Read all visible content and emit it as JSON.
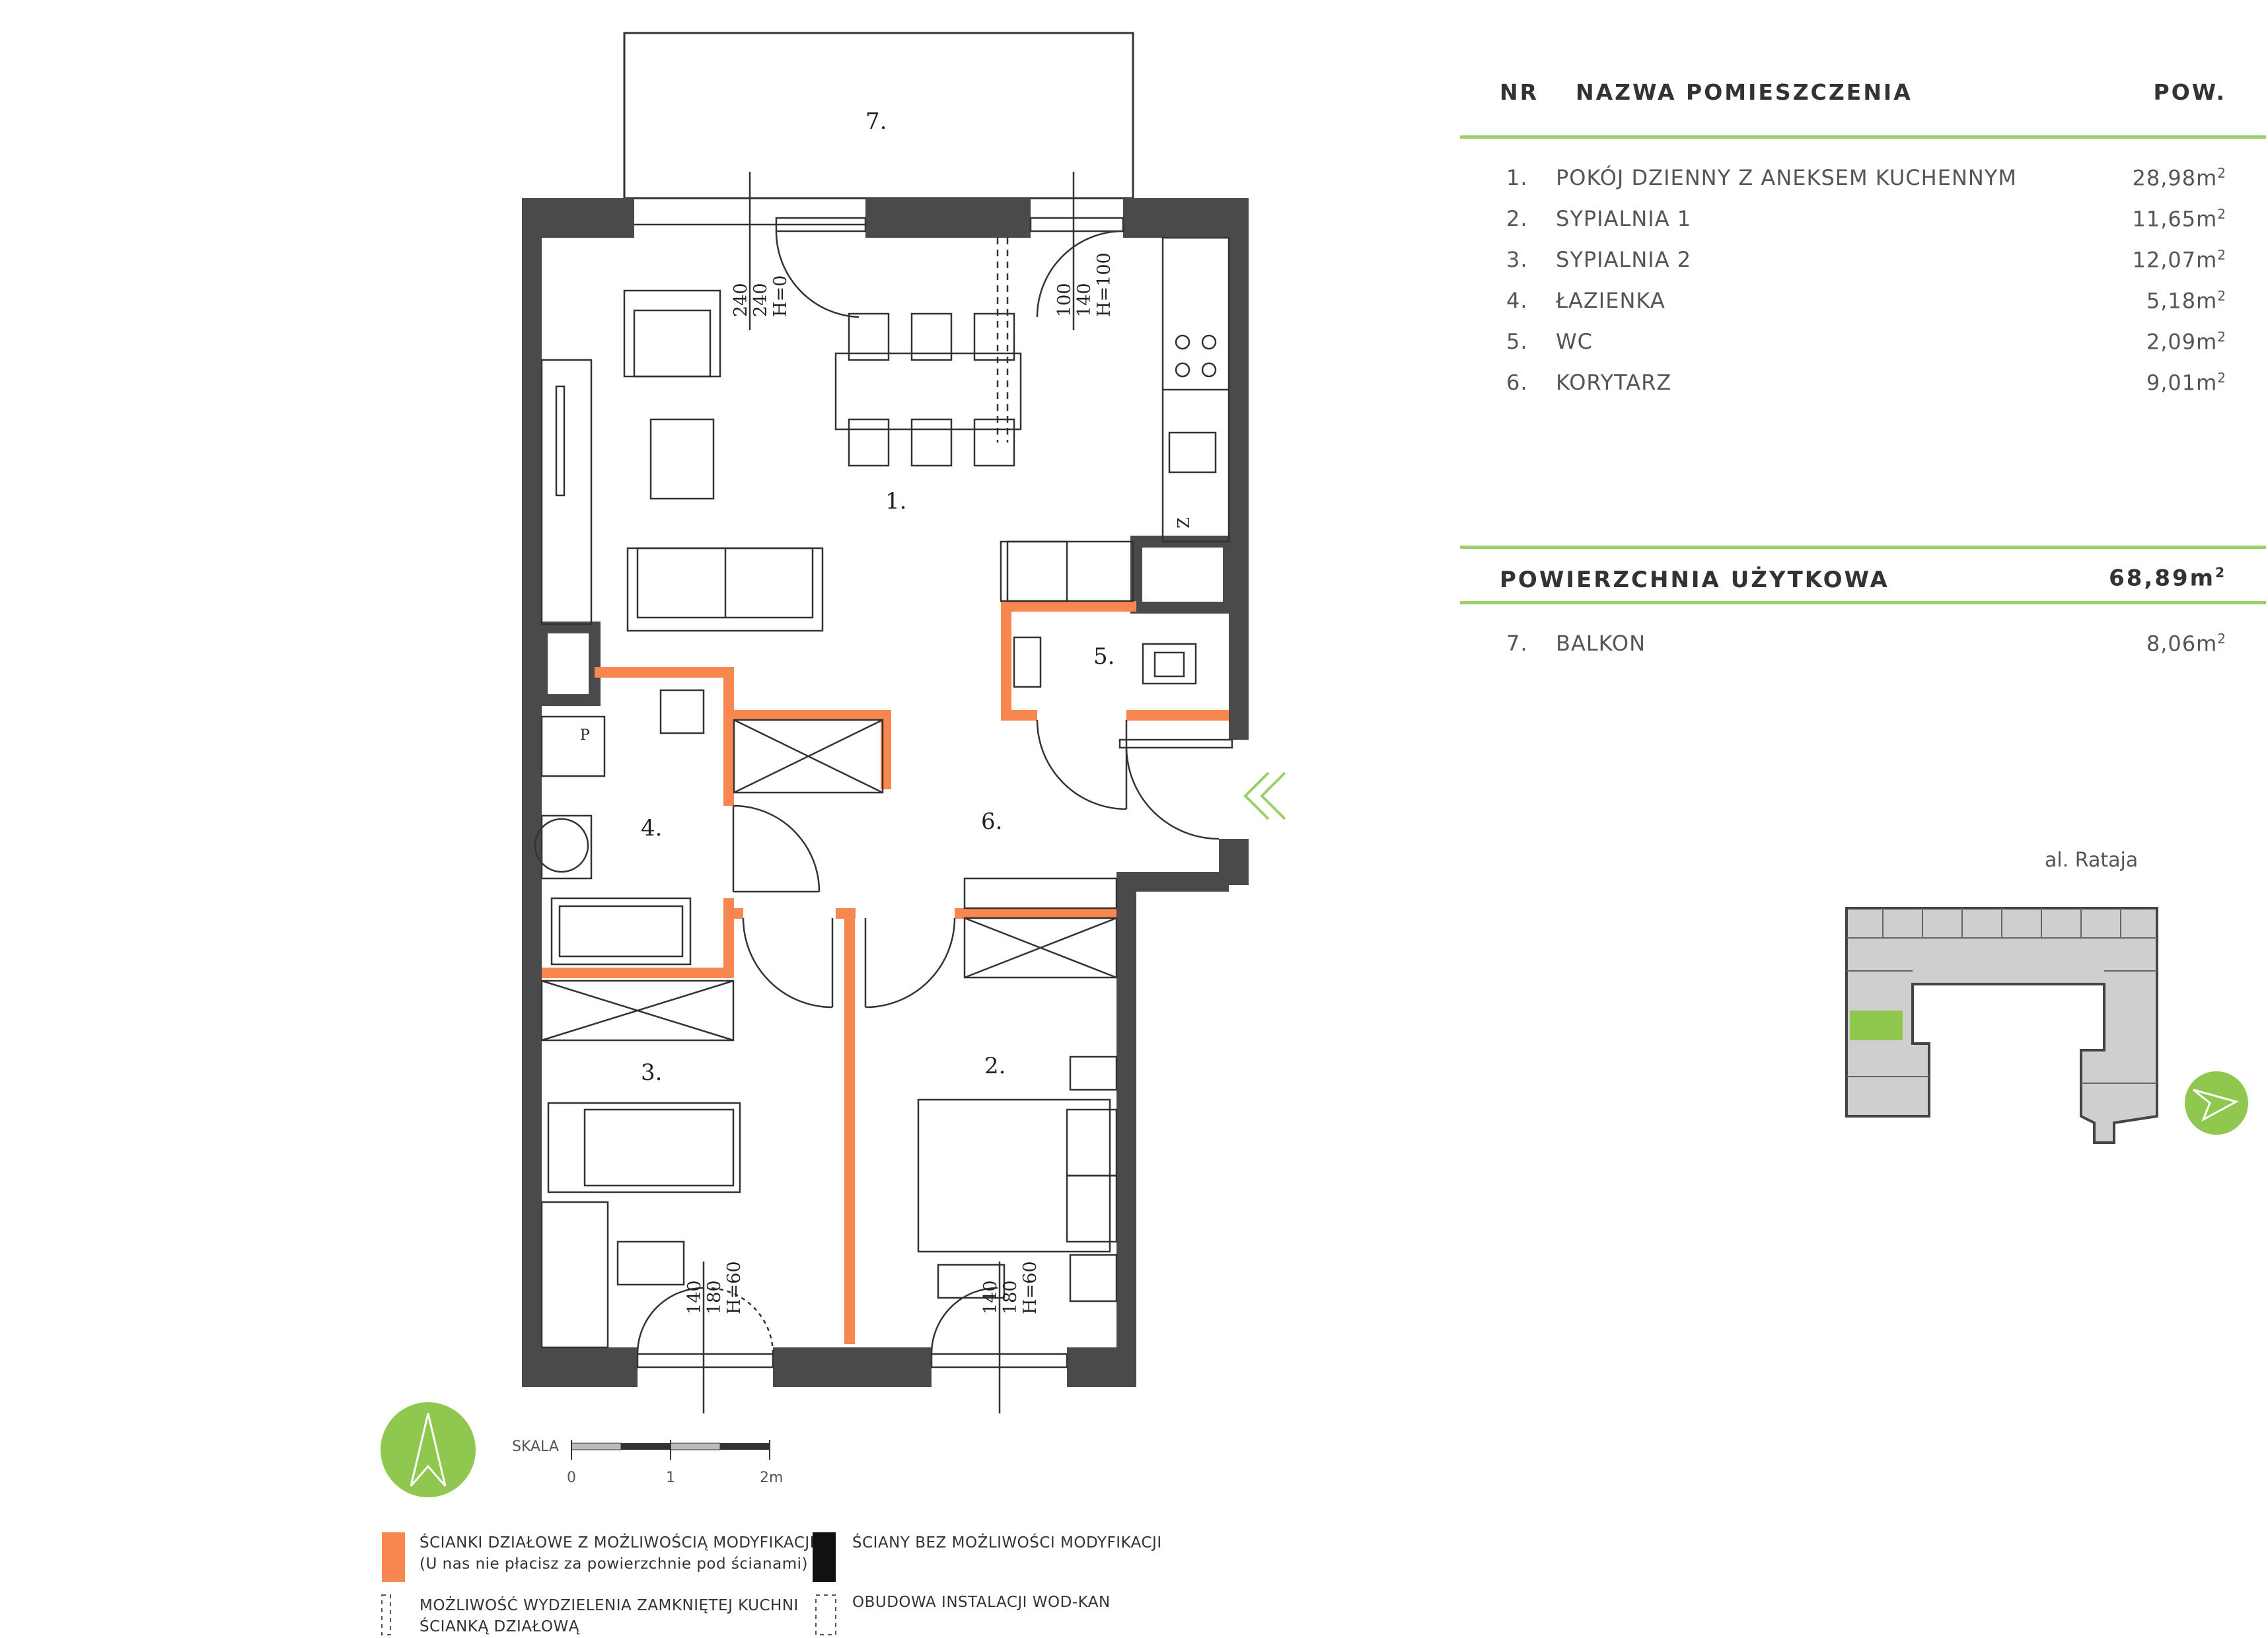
{
  "table": {
    "header": {
      "nr": "NR",
      "name": "NAZWA POMIESZCZENIA",
      "area": "POW."
    },
    "rooms": [
      {
        "nr": "1.",
        "name": "POKÓJ DZIENNY Z ANEKSEM KUCHENNYM",
        "area": "28,98m",
        "unit_sup": "2"
      },
      {
        "nr": "2.",
        "name": "SYPIALNIA 1",
        "area": "11,65m",
        "unit_sup": "2"
      },
      {
        "nr": "3.",
        "name": "SYPIALNIA 2",
        "area": "12,07m",
        "unit_sup": "2"
      },
      {
        "nr": "4.",
        "name": "ŁAZIENKA",
        "area": "5,18m",
        "unit_sup": "2"
      },
      {
        "nr": "5.",
        "name": "WC",
        "area": "2,09m",
        "unit_sup": "2"
      },
      {
        "nr": "6.",
        "name": "KORYTARZ",
        "area": "9,01m",
        "unit_sup": "2"
      }
    ],
    "total_label": "POWIERZCHNIA UŻYTKOWA",
    "total_value": "68,89m",
    "total_sup": "2",
    "extra": {
      "nr": "7.",
      "name": "BALKON",
      "area": "8,06m",
      "unit_sup": "2"
    }
  },
  "plan": {
    "room_labels": [
      "1.",
      "2.",
      "3.",
      "4.",
      "5.",
      "6.",
      "7."
    ],
    "window_dims": [
      {
        "a": "240",
        "b": "240",
        "c": "H=0"
      },
      {
        "a": "100",
        "b": "140",
        "c": "H=100"
      },
      {
        "a": "140",
        "b": "180",
        "c": "H=60"
      },
      {
        "a": "140",
        "b": "180",
        "c": "H=60"
      }
    ],
    "fixture_letters": {
      "fridge": "Z",
      "boiler": "P"
    }
  },
  "street": "al. Rataja",
  "scale": {
    "label": "SKALA",
    "ticks": [
      "0",
      "1",
      "2m"
    ]
  },
  "legend": {
    "modifiable_walls": "ŚCIANKI DZIAŁOWE Z MOŻLIWOŚCIĄ MODYFIKACJI",
    "modifiable_walls_note": "(U nas nie płacisz za powierzchnie pod ścianami)",
    "fixed_walls": "ŚCIANY BEZ MOŻLIWOŚCI MODYFIKACJI",
    "kitchen_option_line1": "MOŻLIWOŚĆ WYDZIELENIA ZAMKNIĘTEJ KUCHNI",
    "kitchen_option_line2": "ŚCIANKĄ DZIAŁOWĄ",
    "installation": "OBUDOWA INSTALACJI WOD-KAN"
  },
  "colors": {
    "wall": "#4a4a4c",
    "partition": "#f7864f",
    "accent_green": "#9bd069",
    "compass": "#8fc74f",
    "highlight_unit": "#8fc74f",
    "building": "#cfcfcf"
  }
}
